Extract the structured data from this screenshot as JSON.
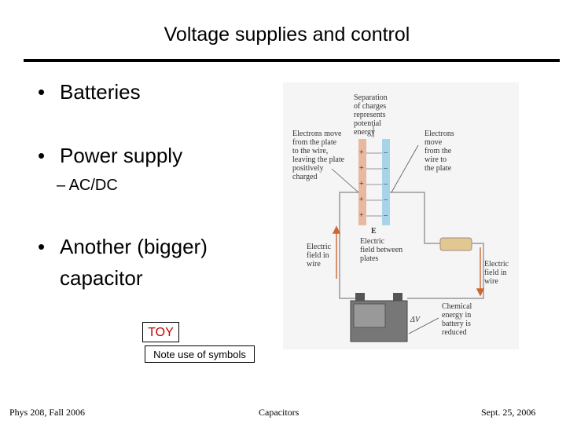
{
  "slide": {
    "title": "Voltage supplies and control",
    "bullets": [
      "Batteries",
      "Power supply",
      "Another (bigger)",
      "capacitor"
    ],
    "sub_bullet": "– AC/DC",
    "bullet_marker": "•",
    "toy_label": "TOY",
    "note_label": "Note use of symbols"
  },
  "figure": {
    "label_separation": [
      "Separation",
      "of charges",
      "represents",
      "potential",
      "energy"
    ],
    "label_electrons_left": [
      "Electrons move",
      "from the plate",
      "to the wire,",
      "leaving the plate",
      "positively",
      "charged"
    ],
    "label_electrons_right": [
      "Electrons",
      "move",
      "from the",
      "wire to",
      "the plate"
    ],
    "label_E": "E",
    "label_field_plates": [
      "Electric",
      "field between",
      "plates"
    ],
    "label_field_wire_left": [
      "Electric",
      "field in",
      "wire"
    ],
    "label_field_wire_right": [
      "Electric",
      "field in",
      "wire"
    ],
    "label_chemical": [
      "Chemical",
      "energy in",
      "battery is",
      "reduced"
    ],
    "label_dv": "ΔV",
    "plus_sign": "+",
    "minus_sign": "–"
  },
  "footer": {
    "left": "Phys 208, Fall 2006",
    "center": "Capacitors",
    "right": "Sept. 25, 2006"
  }
}
